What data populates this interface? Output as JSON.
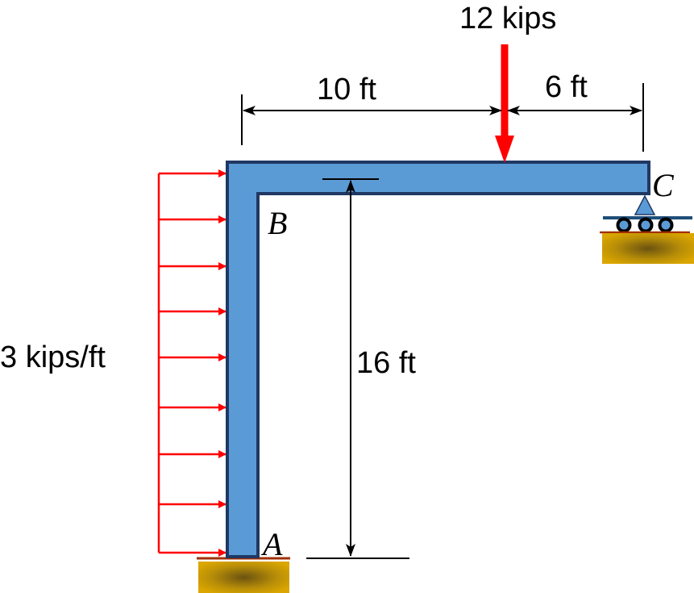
{
  "loads": {
    "point_load": "12 kips",
    "distributed_load": "3 kips/ft"
  },
  "dimensions": {
    "span_bc_left": "10 ft",
    "span_bc_right": "6 ft",
    "height_ab": "16 ft"
  },
  "points": {
    "a": "A",
    "b": "B",
    "c": "C"
  },
  "colors": {
    "member": "#5b9bd5",
    "member_edge": "#203864",
    "load": "#ff0000",
    "ground": "#d4a000"
  }
}
